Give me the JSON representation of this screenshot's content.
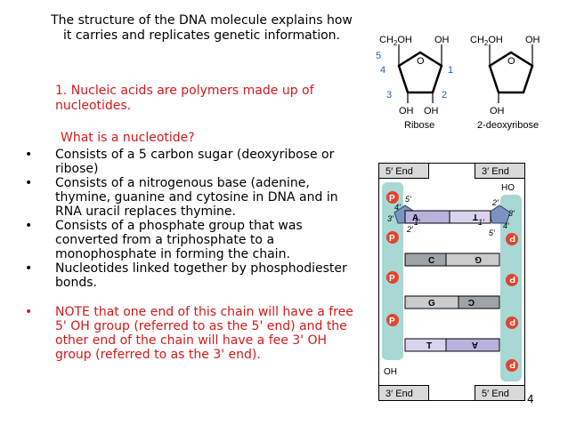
{
  "title": "The structure of the DNA molecule explains how it carries and replicates genetic information.",
  "point1": "1. Nucleic acids are polymers made up of nucleotides.",
  "question": "What is a nucleotide?",
  "bullets": [
    "Consists of a 5 carbon sugar (deoxyribose or ribose)",
    "Consists of a nitrogenous base (adenine, thymine, guanine and cytosine in DNA and in RNA uracil replaces thymine.",
    "Consists of a phosphate group that was converted from a triphosphate to a monophosphate in forming the chain.",
    "Nucleotides linked together by phosphodiester  bonds."
  ],
  "note": "NOTE that one end of this chain will have a free 5' OH group (referred to as the 5' end) and the other end of the chain will have a fee 3' OH group (referred to as the 3' end).",
  "bullet_symbol": "•",
  "slide_number": "4",
  "sugar_figure": {
    "ribose": {
      "caption": "Ribose",
      "ch2oh": "CH2OH",
      "c1_oh": "OH",
      "ring_o": "O",
      "bottom_oh_left": "OH",
      "bottom_oh_right": "OH",
      "numbers": [
        "5",
        "4",
        "3",
        "2",
        "1"
      ]
    },
    "deoxyribose": {
      "caption": "2-deoxyribose",
      "ch2oh": "CH2OH",
      "c1_oh": "OH",
      "ring_o": "O",
      "bottom_oh": "OH"
    }
  },
  "strand_figure": {
    "top_left_end": "5′ End",
    "top_right_end": "3′ End",
    "bottom_left_end": "3′ End",
    "bottom_right_end": "5′ End",
    "phosphate_label": "P",
    "left_ho": "OH",
    "right_ho": "HO",
    "carbon_labels_left": [
      "5′",
      "4′",
      "3′",
      "2′",
      "1′"
    ],
    "carbon_labels_right": [
      "2′",
      "3′",
      "1′",
      "4′",
      "5′"
    ],
    "base_pairs": [
      {
        "left": "A",
        "right": "T"
      },
      {
        "left": "C",
        "right": "G"
      },
      {
        "left": "G",
        "right": "C"
      },
      {
        "left": "T",
        "right": "A"
      }
    ],
    "colors": {
      "backbone": "#a8d8d4",
      "sugar": "#7d93bf",
      "phosphate": "#e0462f",
      "base_a": "#b9b2dd",
      "base_t": "#d9d3ee",
      "base_c": "#9ea3a8",
      "base_g": "#c9cccf",
      "header_fill": "#d9d9d9",
      "red_text": "#d21a1a",
      "blue_number": "#1c5fb8"
    }
  }
}
